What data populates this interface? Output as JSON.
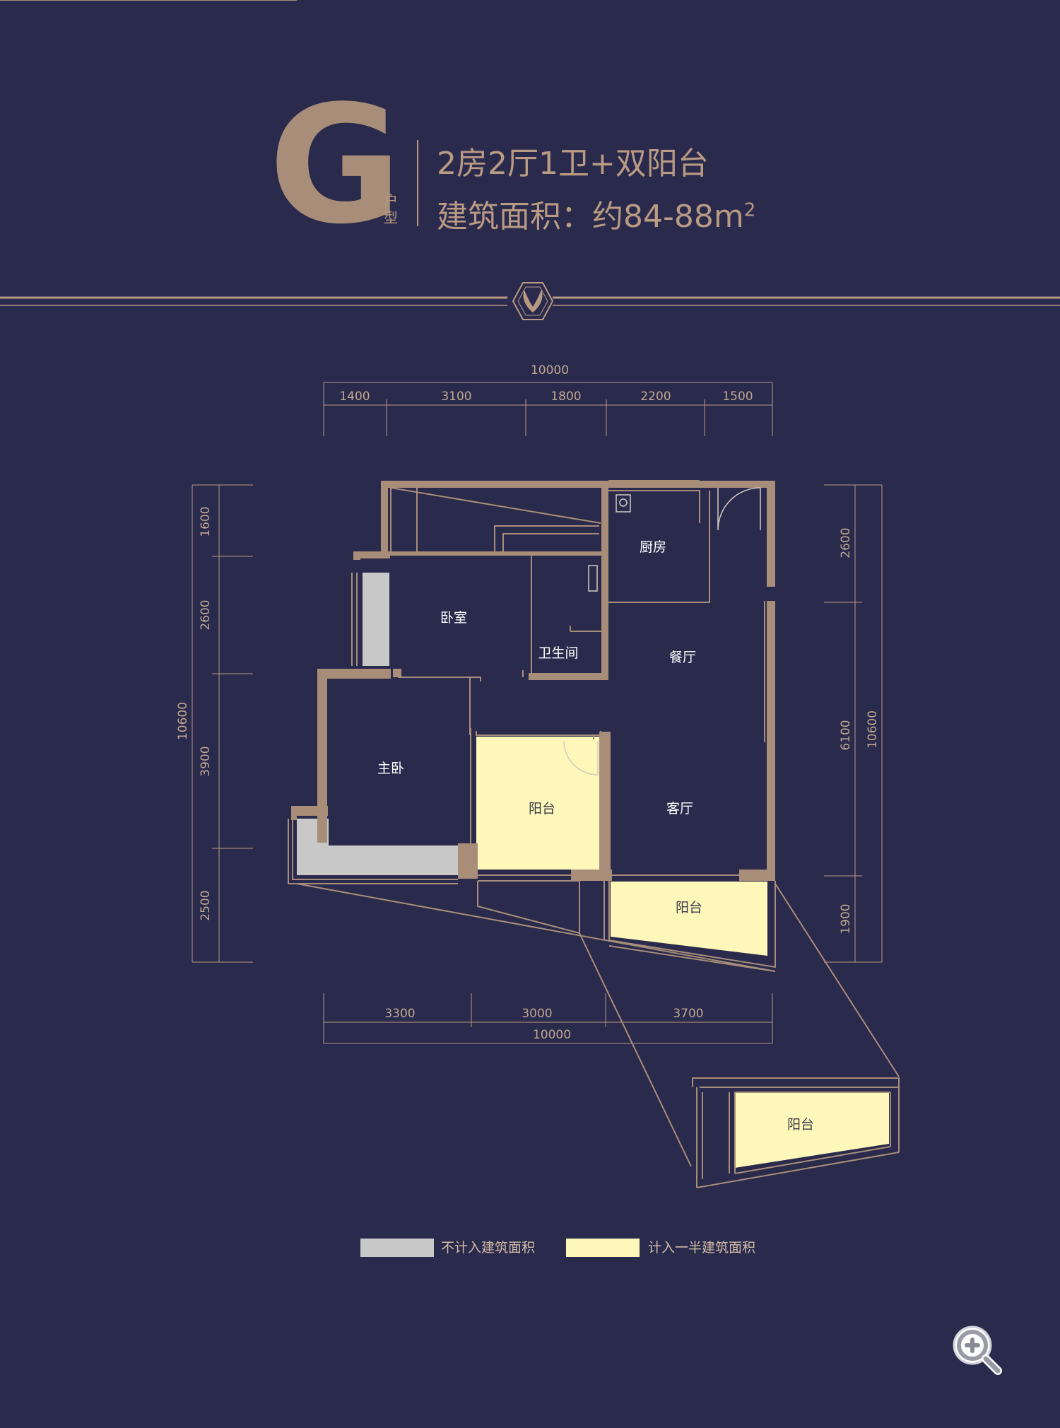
{
  "header": {
    "unit_letter": "G",
    "unit_tag": "户型",
    "layout": "2房2厅1卫+双阳台",
    "area_label": "建筑面积：约84-88m",
    "area_unit_sup": "2"
  },
  "rooms": {
    "kitchen": "厨房",
    "bedroom": "卧室",
    "bathroom": "卫生间",
    "dining": "餐厅",
    "master_bedroom": "主卧",
    "balcony_1": "阳台",
    "living": "客厅",
    "balcony_2": "阳台",
    "balcony_detail": "阳台"
  },
  "dimensions": {
    "top_total": "10000",
    "top_segments": [
      "1400",
      "3100",
      "1800",
      "2200",
      "1500"
    ],
    "left_total": "10600",
    "left_segments": [
      "1600",
      "2600",
      "3900",
      "2500"
    ],
    "right_total": "10600",
    "right_segments": [
      "2600",
      "6100",
      "1900"
    ],
    "bottom_segments": [
      "3300",
      "3000",
      "3700"
    ],
    "bottom_total": "10000"
  },
  "legend": [
    {
      "label": "不计入建筑面积",
      "color": "#c8c8c8"
    },
    {
      "label": "计入一半建筑面积",
      "color": "#fdf7b9"
    }
  ],
  "colors": {
    "background": "#2a2a4d",
    "accent": "#b99a82",
    "wall": "#a88e79",
    "half_area": "#fdf7b9",
    "excluded_area": "#c8c8c8"
  },
  "icons": {
    "logo": "wings-emblem-icon",
    "zoom": "zoom-in-icon"
  }
}
